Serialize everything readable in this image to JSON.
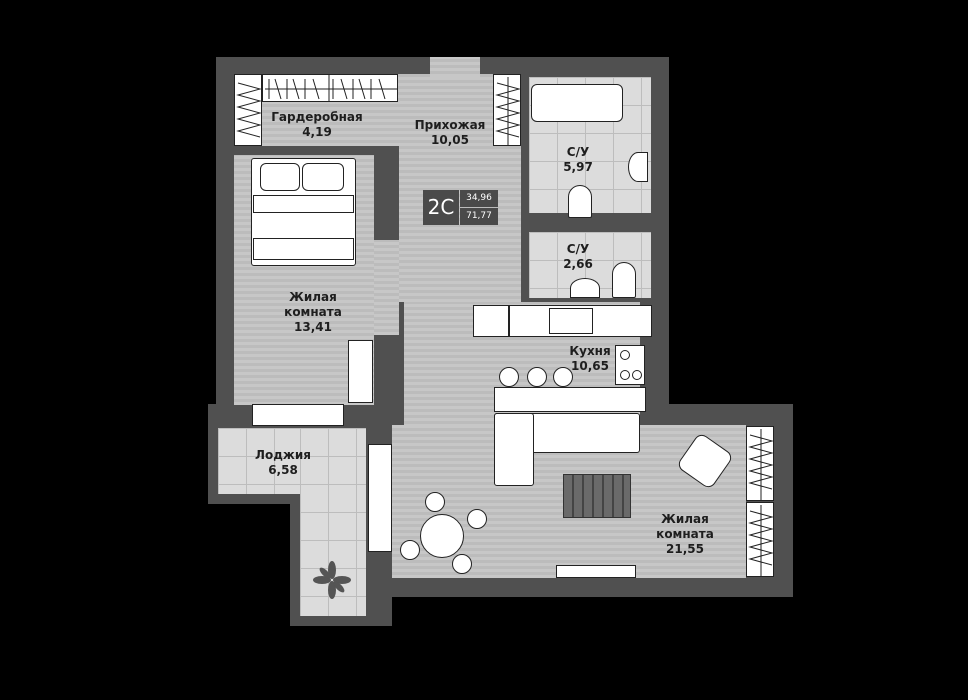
{
  "plan": {
    "type_badge": "2С",
    "area_living": "34,96",
    "area_total": "71,77"
  },
  "rooms": [
    {
      "id": "wardrobe",
      "name": "Гардеробная",
      "area": "4,19"
    },
    {
      "id": "hallway",
      "name": "Прихожая",
      "area": "10,05"
    },
    {
      "id": "bathroom1",
      "name": "С/У",
      "area": "5,97"
    },
    {
      "id": "bathroom2",
      "name": "С/У",
      "area": "2,66"
    },
    {
      "id": "bedroom",
      "name_line1": "Жилая",
      "name_line2": "комната",
      "area": "13,41"
    },
    {
      "id": "kitchen",
      "name": "Кухня",
      "area": "10,65"
    },
    {
      "id": "loggia",
      "name": "Лоджия",
      "area": "6,58"
    },
    {
      "id": "living",
      "name_line1": "Жилая",
      "name_line2": "комната",
      "area": "21,55"
    }
  ],
  "colors": {
    "background": "#000000",
    "wall": "#505050",
    "floor": "#c4c4c4",
    "tile": "#dcdcdc",
    "badge": "#4a4a4a"
  }
}
